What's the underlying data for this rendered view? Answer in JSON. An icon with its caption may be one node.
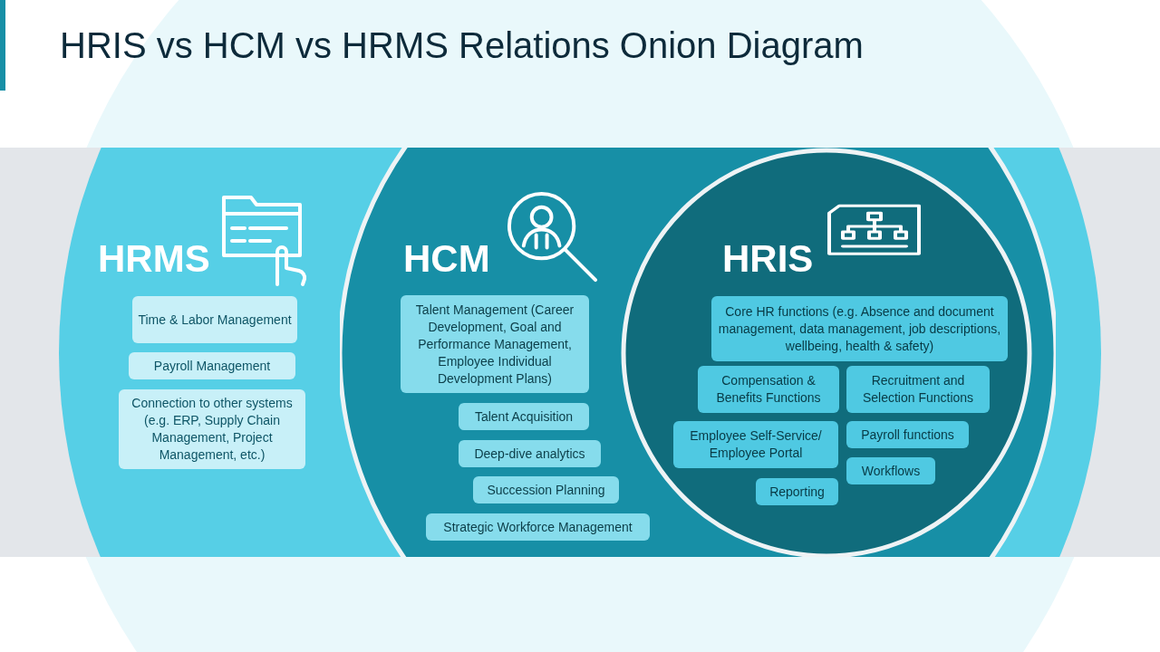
{
  "diagram": {
    "title": "HRIS vs HCM vs HRMS Relations Onion Diagram",
    "nodes": [
      {
        "text": [
          "HRMS"
        ]
      },
      {
        "text": [
          "Time & Labor Management"
        ],
        "in": 0
      },
      {
        "text": [
          "Payroll Management"
        ],
        "in": 0
      },
      {
        "text": [
          "Connection to other systems (e.g. ERP, Supply Chain Management, Project Management, etc.)"
        ],
        "in": 0
      },
      {
        "text": [
          "HCM"
        ],
        "in": 0
      },
      {
        "text": [
          "Talent Management (Career Development, Goal and Performance Management, Employee Individual Development Plans)"
        ],
        "in": 4
      },
      {
        "text": [
          "Talent Acquisition"
        ],
        "in": 4
      },
      {
        "text": [
          "Deep-dive analytics"
        ],
        "in": 4
      },
      {
        "text": [
          "Succession Planning"
        ],
        "in": 4
      },
      {
        "text": [
          "Strategic Workforce Management"
        ],
        "in": 4
      },
      {
        "text": [
          "HRIS"
        ],
        "in": 4
      },
      {
        "text": [
          "Core HR functions (e.g. Absence and document management, data management, job descriptions, wellbeing, health & safety)"
        ],
        "in": 10
      },
      {
        "text": [
          "Compensation & Benefits Functions"
        ],
        "in": 10
      },
      {
        "text": [
          "Recruitment and Selection Functions"
        ],
        "in": 10
      },
      {
        "text": [
          "Employee Self-Service/ Employee Portal"
        ],
        "in": 10
      },
      {
        "text": [
          "Payroll functions"
        ],
        "in": 10
      },
      {
        "text": [
          "Workflows"
        ],
        "in": 10
      },
      {
        "text": [
          "Reporting"
        ],
        "in": 10
      }
    ]
  }
}
